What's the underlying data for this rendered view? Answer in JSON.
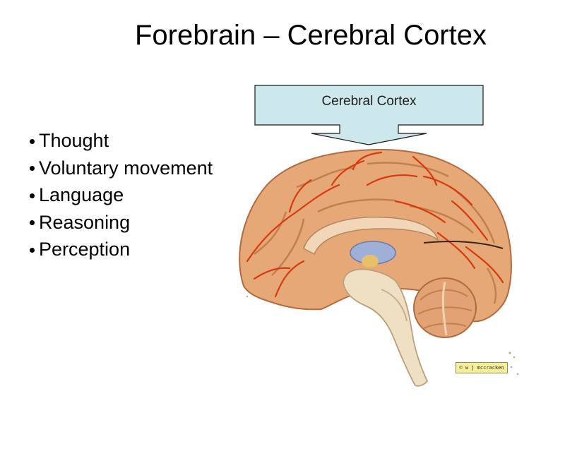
{
  "slide": {
    "title": "Forebrain – Cerebral Cortex",
    "bullets": [
      "Thought",
      "Voluntary movement",
      "Language",
      "Reasoning",
      "Perception"
    ]
  },
  "callout": {
    "label": "Cerebral Cortex",
    "fill_color": "#cce8ec",
    "border_color": "#1a1a1a"
  },
  "image": {
    "credit": "© w j mccracken",
    "cortex_color": "#e7a877",
    "vessel_color": "#d63a10",
    "brainstem_color": "#efdfc3"
  }
}
